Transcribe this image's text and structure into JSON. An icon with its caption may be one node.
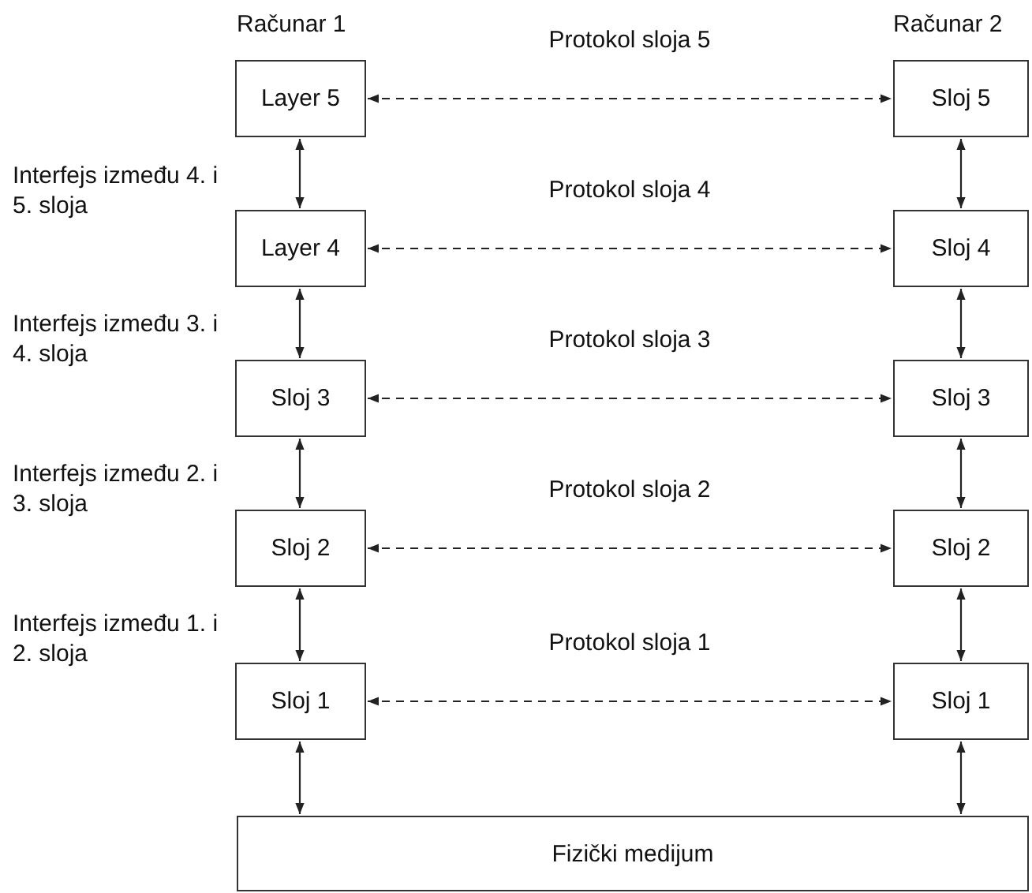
{
  "diagram": {
    "nodes": [
      {
        "text": [
          "Layer 5"
        ]
      },
      {
        "text": [
          "Layer 4"
        ]
      },
      {
        "text": [
          "Sloj 3"
        ]
      },
      {
        "text": [
          "Sloj 2"
        ]
      },
      {
        "text": [
          "Sloj 1"
        ]
      },
      {
        "text": [
          "Sloj 5"
        ]
      },
      {
        "text": [
          "Sloj 4"
        ]
      },
      {
        "text": [
          "Sloj 3"
        ]
      },
      {
        "text": [
          "Sloj 2"
        ]
      },
      {
        "text": [
          "Sloj 1"
        ]
      },
      {
        "text": [
          "Fizički medijum"
        ]
      }
    ],
    "edges": [
      {
        "from": 0,
        "to": 5,
        "arrow": "both",
        "style": "dashed",
        "label": "Protokol sloja 5"
      },
      {
        "from": 0,
        "to": 1,
        "arrow": "both"
      },
      {
        "from": 5,
        "to": 6,
        "arrow": "both"
      },
      {
        "from": 1,
        "to": 6,
        "arrow": "both",
        "style": "dashed",
        "label": "Protokol sloja 4"
      },
      {
        "from": 1,
        "to": 2,
        "arrow": "both"
      },
      {
        "from": 6,
        "to": 7,
        "arrow": "both"
      },
      {
        "from": 2,
        "to": 7,
        "arrow": "both",
        "style": "dashed",
        "label": "Protokol sloja 3"
      },
      {
        "from": 2,
        "to": 3,
        "arrow": "both"
      },
      {
        "from": 7,
        "to": 8,
        "arrow": "both"
      },
      {
        "from": 3,
        "to": 8,
        "arrow": "both",
        "style": "dashed",
        "label": "Protokol sloja 2"
      },
      {
        "from": 3,
        "to": 4,
        "arrow": "both"
      },
      {
        "from": 8,
        "to": 9,
        "arrow": "both"
      },
      {
        "from": 4,
        "to": 9,
        "arrow": "both",
        "style": "dashed",
        "label": "Protokol sloja 1"
      },
      {
        "from": 4,
        "to": 10,
        "arrow": "both"
      },
      {
        "from": 9,
        "to": 10,
        "arrow": "both"
      }
    ],
    "labels": [
      "Računar 1",
      "Računar 2",
      "Interfejs između 4. i 5. sloja",
      "Interfejs između 3. i 4. sloja",
      "Interfejs između 2. i 3. sloja",
      "Interfejs između 1. i 2. sloja"
    ]
  }
}
